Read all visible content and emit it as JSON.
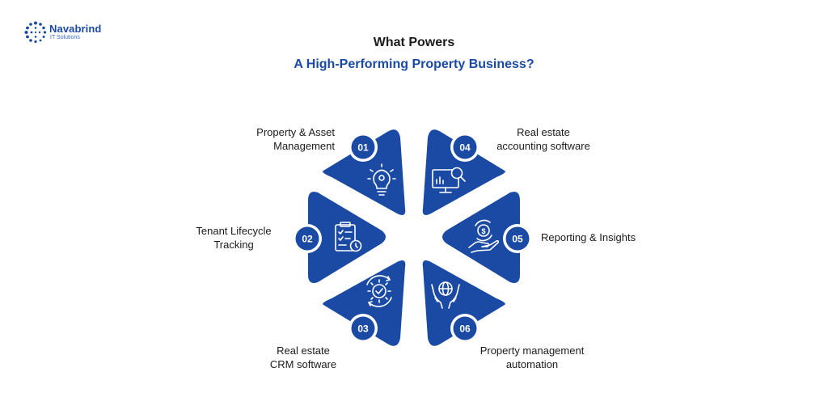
{
  "brand": {
    "name": "Navabrind",
    "tagline": "IT Solutions",
    "primary_color": "#1a4aa3",
    "dark_color": "#1b1b1b"
  },
  "title": {
    "line1": "What Powers",
    "line2": "A High-Performing Property Business?"
  },
  "items": [
    {
      "number": "01",
      "label_lines": [
        "Property & Asset",
        "Management"
      ],
      "icon": "lightbulb-gear-icon"
    },
    {
      "number": "02",
      "label_lines": [
        "Tenant Lifecycle",
        "Tracking"
      ],
      "icon": "checklist-clock-icon"
    },
    {
      "number": "03",
      "label_lines": [
        "Real estate",
        "CRM software"
      ],
      "icon": "gear-refresh-icon"
    },
    {
      "number": "04",
      "label_lines": [
        "Real estate",
        "accounting software"
      ],
      "icon": "monitor-analytics-icon"
    },
    {
      "number": "05",
      "label_lines": [
        "Reporting & Insights"
      ],
      "icon": "hand-money-icon"
    },
    {
      "number": "06",
      "label_lines": [
        "Property management",
        "automation"
      ],
      "icon": "hands-globe-icon"
    }
  ]
}
